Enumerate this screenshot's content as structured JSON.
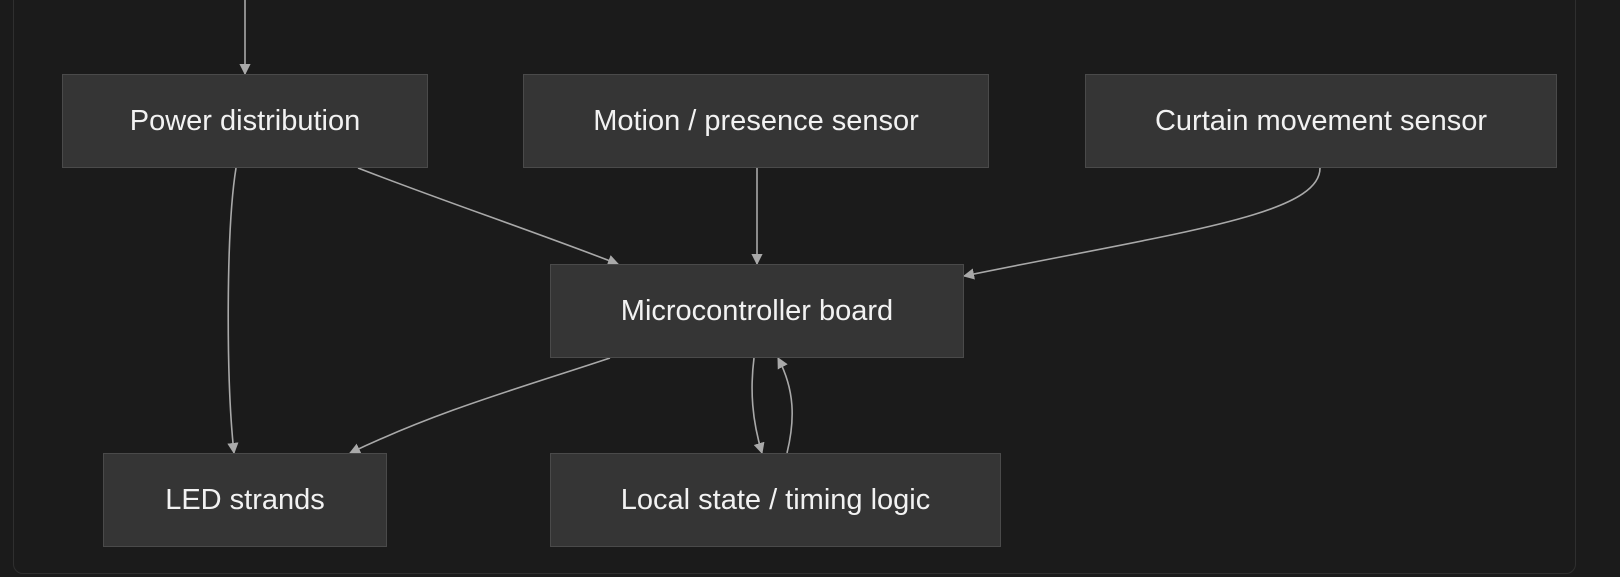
{
  "diagram": {
    "nodes": [
      {
        "id": "power",
        "label": "Power distribution"
      },
      {
        "id": "motion",
        "label": "Motion / presence sensor"
      },
      {
        "id": "curtain",
        "label": "Curtain movement sensor"
      },
      {
        "id": "mcu",
        "label": "Microcontroller board"
      },
      {
        "id": "led",
        "label": "LED strands"
      },
      {
        "id": "local",
        "label": "Local state / timing logic"
      }
    ],
    "edges": [
      {
        "from": "",
        "to": "power"
      },
      {
        "from": "power",
        "to": "led"
      },
      {
        "from": "power",
        "to": "mcu"
      },
      {
        "from": "motion",
        "to": "mcu"
      },
      {
        "from": "curtain",
        "to": "mcu"
      },
      {
        "from": "mcu",
        "to": "led"
      },
      {
        "from": "mcu",
        "to": "local"
      },
      {
        "from": "local",
        "to": "mcu"
      }
    ],
    "colors": {
      "background": "#1b1b1b",
      "node_fill": "#353535",
      "node_border": "#4a4a4a",
      "edge": "#a9a9a9",
      "text": "#f2f2f2"
    }
  }
}
